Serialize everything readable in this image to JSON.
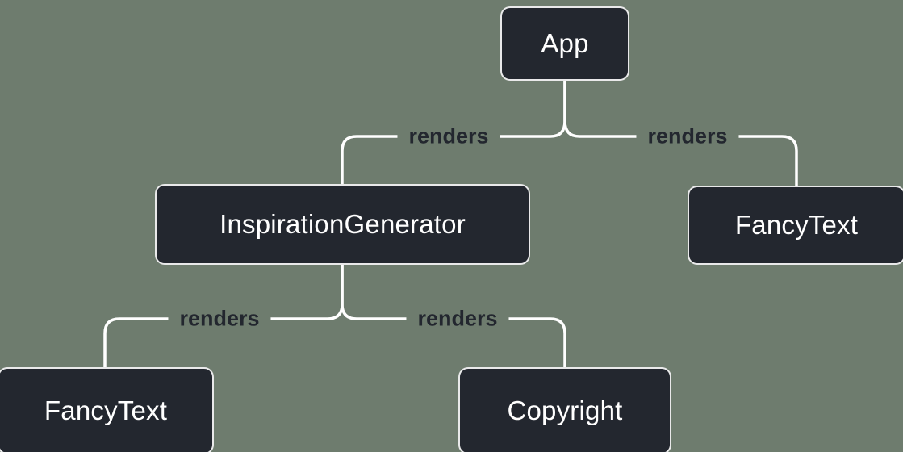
{
  "diagram": {
    "type": "component-render-tree",
    "nodes": [
      {
        "id": "app",
        "label": "App"
      },
      {
        "id": "inspiration-generator",
        "label": "InspirationGenerator"
      },
      {
        "id": "fancy-text-right",
        "label": "FancyText"
      },
      {
        "id": "fancy-text-left",
        "label": "FancyText"
      },
      {
        "id": "copyright",
        "label": "Copyright"
      }
    ],
    "edges": [
      {
        "from": "App",
        "to": "InspirationGenerator",
        "label": "renders"
      },
      {
        "from": "App",
        "to": "FancyText",
        "label": "renders"
      },
      {
        "from": "InspirationGenerator",
        "to": "FancyText",
        "label": "renders"
      },
      {
        "from": "InspirationGenerator",
        "to": "Copyright",
        "label": "renders"
      }
    ],
    "colors": {
      "background": "#6e7c6e",
      "node_background": "#23272f",
      "node_text": "#ffffff",
      "line": "#ffffff",
      "edge_label_text": "#23272f"
    }
  }
}
